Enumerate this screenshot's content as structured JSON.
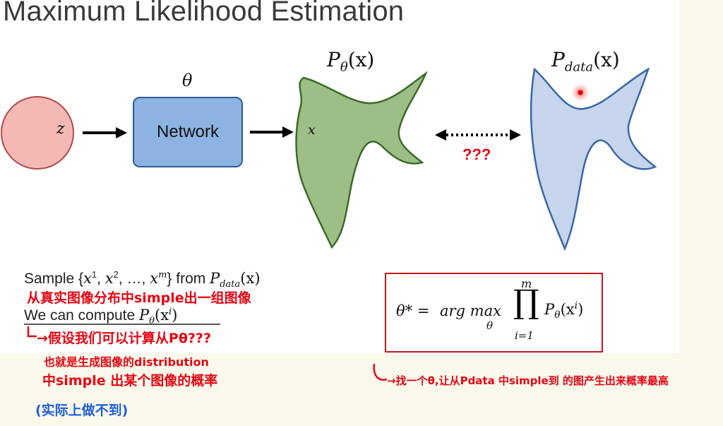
{
  "title": "Maximum Likelihood Estimation",
  "diagram": {
    "z_label": "z",
    "theta_label": "θ",
    "network_label": "Network",
    "x_label": "x",
    "p_theta_label": "P",
    "p_theta_sub": "θ",
    "p_theta_arg": "(x)",
    "p_data_label": "P",
    "p_data_sub": "data",
    "p_data_arg": "(x)",
    "question_marks": "???",
    "colors": {
      "circle_fill": "#f4b8b5",
      "network_fill": "#8db3e2",
      "green_shape": "#9dbf86",
      "blue_shape": "#c7d5ec",
      "red_text": "#e30613"
    }
  },
  "bottom_left": {
    "sample_prefix": "Sample {",
    "sample_x": "x",
    "sample_sup1": "1",
    "sample_sep1": ", ",
    "sample_sup2": "2",
    "sample_dots": ", …, ",
    "sample_supm": "m",
    "sample_close": "} from ",
    "sample_p": "P",
    "sample_p_sub": "data",
    "sample_p_arg": "(x)",
    "compute_prefix": "We can compute ",
    "compute_p": "P",
    "compute_sub": "θ",
    "compute_arg_open": "(x",
    "compute_sup": "i",
    "compute_arg_close": ")"
  },
  "formula": {
    "lhs": "θ* = ",
    "argmax": "arg max",
    "under": "θ",
    "prod_top": "m",
    "prod_symbol": "∏",
    "prod_bottom": "i=1",
    "term": "P",
    "term_sub": "θ",
    "term_arg_open": "(x",
    "term_sup": "i",
    "term_arg_close": ")"
  },
  "annotations": {
    "note1": "从真实图像分布中simple出一组图像",
    "note2": "→假设我们可以计算从Pθ???",
    "note3": "也就是生成图像的distribution",
    "note4": "中simple 出某个图像的概率",
    "note5": "(实际上做不到)",
    "note6": "→找一个θ,让从Pdata 中simple到 的图产生出来概率最高"
  }
}
